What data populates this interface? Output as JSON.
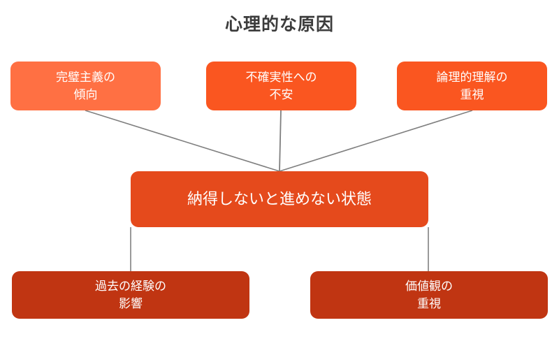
{
  "diagram": {
    "title": "心理的な原因",
    "title_color": "#3c3c3c",
    "background": "#ffffff",
    "connector_color": "#7f7f7f",
    "nodes": {
      "perfectionism": {
        "line1": "完璧主義の",
        "line2": "傾向",
        "color": "#ff7043"
      },
      "uncertainty": {
        "line1": "不確実性への",
        "line2": "不安",
        "color": "#fa5620"
      },
      "logical": {
        "line1": "論理的理解の",
        "line2": "重視",
        "color": "#fa5620"
      },
      "state": {
        "line1": "納得しないと進めない状態",
        "color": "#e54a1c"
      },
      "past_experience": {
        "line1": "過去の経験の",
        "line2": "影響",
        "color": "#c03512"
      },
      "values": {
        "line1": "価値観の",
        "line2": "重視",
        "color": "#c03512"
      }
    }
  }
}
